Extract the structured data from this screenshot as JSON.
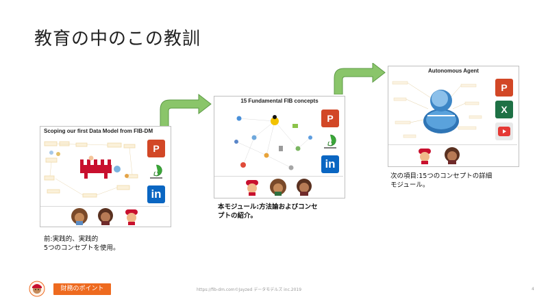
{
  "slide": {
    "title": "教育の中のこの教訓",
    "cards": {
      "left": {
        "title": "Scoping our first Data Model from FIB-DM"
      },
      "middle": {
        "title": "15 Fundamental FIB concepts"
      },
      "right": {
        "title": "Autonomous Agent"
      }
    },
    "captions": {
      "left_line1": "前:実践的、実践的",
      "left_line2": "5つのコンセプトを使用。",
      "middle_line1": "本モジュール:方法論およびコンセ",
      "middle_line2": "プトの紹介。",
      "right_line1": "次の項目:15つのコンセプトの詳細",
      "right_line2": "モジュール。"
    },
    "icons": {
      "powerpoint": "P",
      "excel": "X",
      "linkedin": "in"
    },
    "footer": {
      "badge_label": "財務のポイント",
      "source": "https://fib-dm.com©Jayzed データモデルズ inc.2019",
      "page_number": "4"
    },
    "colors": {
      "arrow_fill": "#8ac56a",
      "arrow_stroke": "#5c9a45",
      "badge": "#ee6a1f",
      "powerpoint": "#d24726",
      "excel": "#1e7145",
      "linkedin": "#0a66c2"
    }
  }
}
